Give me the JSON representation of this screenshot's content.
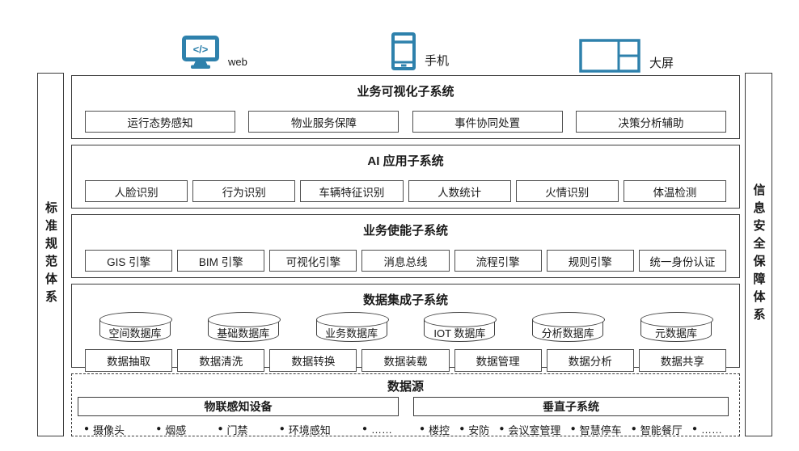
{
  "colors": {
    "icon_accent": "#2e81ac",
    "panel_border": "#3c3c3c",
    "text": "#1a1a1a"
  },
  "terminals": [
    {
      "label": "web",
      "icon": "monitor-code-icon"
    },
    {
      "label": "手机",
      "icon": "smartphone-icon"
    },
    {
      "label": "大屏",
      "icon": "video-wall-icon"
    }
  ],
  "side_left": {
    "label": "标准规范体系"
  },
  "side_right": {
    "label": "信息安全保障体系"
  },
  "layers": [
    {
      "title": "业务可视化子系统",
      "items": [
        "运行态势感知",
        "物业服务保障",
        "事件协同处置",
        "决策分析辅助"
      ]
    },
    {
      "title": "AI 应用子系统",
      "items": [
        "人脸识别",
        "行为识别",
        "车辆特征识别",
        "人数统计",
        "火情识别",
        "体温检测"
      ]
    },
    {
      "title": "业务使能子系统",
      "items": [
        "GIS 引擎",
        "BIM 引擎",
        "可视化引擎",
        "消息总线",
        "流程引擎",
        "规则引擎",
        "统一身份认证"
      ]
    },
    {
      "title": "数据集成子系统",
      "databases": [
        "空间数据库",
        "基础数据库",
        "业务数据库",
        "IOT 数据库",
        "分析数据库",
        "元数据库"
      ],
      "processes": [
        "数据抽取",
        "数据清洗",
        "数据转换",
        "数据装载",
        "数据管理",
        "数据分析",
        "数据共享"
      ]
    }
  ],
  "datasource": {
    "title": "数据源",
    "groups": [
      {
        "title": "物联感知设备",
        "items": [
          "摄像头",
          "烟感",
          "门禁",
          "环境感知",
          "……"
        ]
      },
      {
        "title": "垂直子系统",
        "items": [
          "楼控",
          "安防",
          "会议室管理",
          "智慧停车",
          "智能餐厅",
          "……"
        ]
      }
    ]
  }
}
